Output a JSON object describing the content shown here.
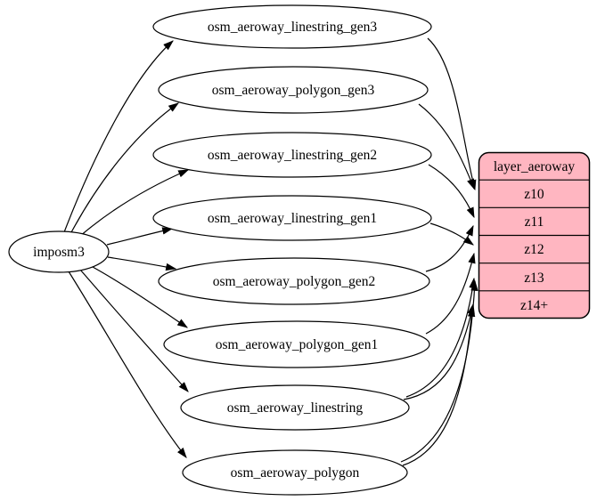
{
  "diagram": {
    "background_color": "#ffffff",
    "edge_color": "#000000",
    "source_node": {
      "label": "imposm3",
      "fill": "#ffffff"
    },
    "table_nodes": [
      {
        "label": "osm_aeroway_linestring_gen3"
      },
      {
        "label": "osm_aeroway_polygon_gen3"
      },
      {
        "label": "osm_aeroway_linestring_gen2"
      },
      {
        "label": "osm_aeroway_linestring_gen1"
      },
      {
        "label": "osm_aeroway_polygon_gen2"
      },
      {
        "label": "osm_aeroway_polygon_gen1"
      },
      {
        "label": "osm_aeroway_linestring"
      },
      {
        "label": "osm_aeroway_polygon"
      }
    ],
    "layer_node": {
      "title": "layer_aeroway",
      "rows": [
        "z10",
        "z11",
        "z12",
        "z13",
        "z14+"
      ],
      "fill": "#ffb6c1"
    },
    "edges": [
      {
        "from": "imposm3",
        "to": "osm_aeroway_linestring_gen3"
      },
      {
        "from": "imposm3",
        "to": "osm_aeroway_polygon_gen3"
      },
      {
        "from": "imposm3",
        "to": "osm_aeroway_linestring_gen2"
      },
      {
        "from": "imposm3",
        "to": "osm_aeroway_linestring_gen1"
      },
      {
        "from": "imposm3",
        "to": "osm_aeroway_polygon_gen2"
      },
      {
        "from": "imposm3",
        "to": "osm_aeroway_polygon_gen1"
      },
      {
        "from": "imposm3",
        "to": "osm_aeroway_linestring"
      },
      {
        "from": "imposm3",
        "to": "osm_aeroway_polygon"
      },
      {
        "from": "osm_aeroway_linestring_gen3",
        "to": "layer_aeroway:z10"
      },
      {
        "from": "osm_aeroway_polygon_gen3",
        "to": "layer_aeroway:z10"
      },
      {
        "from": "osm_aeroway_linestring_gen2",
        "to": "layer_aeroway:z11"
      },
      {
        "from": "osm_aeroway_polygon_gen2",
        "to": "layer_aeroway:z11"
      },
      {
        "from": "osm_aeroway_linestring_gen1",
        "to": "layer_aeroway:z12"
      },
      {
        "from": "osm_aeroway_polygon_gen1",
        "to": "layer_aeroway:z12"
      },
      {
        "from": "osm_aeroway_linestring",
        "to": "layer_aeroway:z13"
      },
      {
        "from": "osm_aeroway_linestring",
        "to": "layer_aeroway:z14+"
      },
      {
        "from": "osm_aeroway_polygon",
        "to": "layer_aeroway:z13"
      },
      {
        "from": "osm_aeroway_polygon",
        "to": "layer_aeroway:z14+"
      }
    ]
  }
}
